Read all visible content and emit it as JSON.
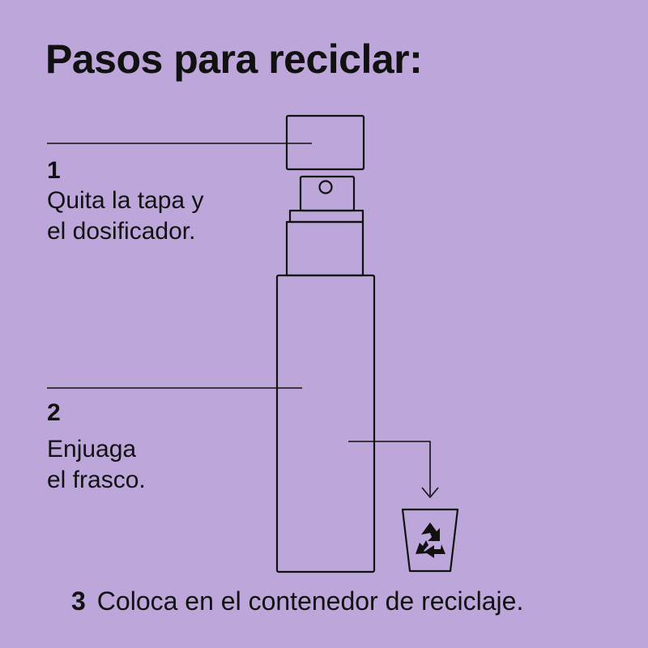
{
  "title": "Pasos para reciclar:",
  "steps": [
    {
      "number": "1",
      "line1": "Quita la tapa y",
      "line2": "el dosificador."
    },
    {
      "number": "2",
      "line1": "Enjuaga",
      "line2": "el frasco."
    },
    {
      "number": "3",
      "text": "Coloca en el contenedor de reciclaje."
    }
  ],
  "icons": {
    "bottle": "spray-bottle-icon",
    "bin": "recycling-bin-icon",
    "recycle": "recycle-arrows-icon"
  },
  "colors": {
    "background": "#bda6da",
    "ink": "#111111"
  }
}
